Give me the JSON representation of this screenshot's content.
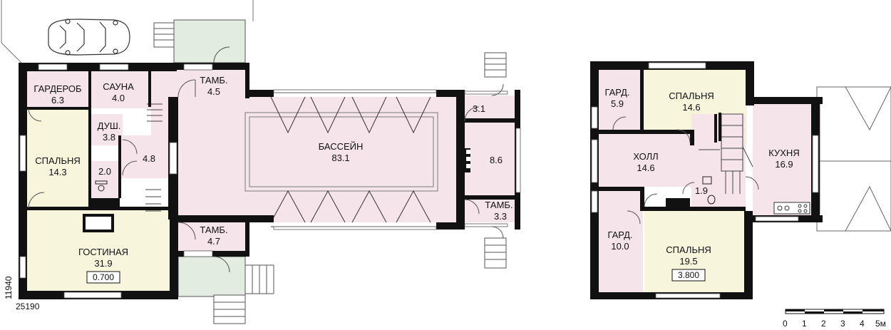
{
  "plan1": {
    "rooms": {
      "wardrobe": {
        "name": "ГАРДЕРОБ",
        "area": "6.3"
      },
      "sauna": {
        "name": "САУНА",
        "area": "4.0"
      },
      "vest_top": {
        "name": "ТАМБ.",
        "area": "4.5"
      },
      "shower": {
        "name": "ДУШ.",
        "area": "3.8"
      },
      "bedroom": {
        "name": "СПАЛЬНЯ",
        "area": "14.3"
      },
      "small_a": {
        "area": "4.8"
      },
      "wc": {
        "area": "2.0"
      },
      "living": {
        "name": "ГОСТИНАЯ",
        "area": "31.9"
      },
      "vest_bottom": {
        "name": "ТАМБ.",
        "area": "4.7"
      },
      "pool": {
        "name": "БАССЕЙН",
        "area": "83.1"
      },
      "room_86": {
        "area": "8.6"
      },
      "room_31": {
        "area": "3.1"
      },
      "vest_right": {
        "name": "ТАМБ.",
        "area": "3.3"
      }
    },
    "level": "0.700",
    "dim_width": "25190",
    "dim_height": "11940"
  },
  "plan2": {
    "rooms": {
      "gard1": {
        "name": "ГАРД.",
        "area": "5.9"
      },
      "bed1": {
        "name": "СПАЛЬНЯ",
        "area": "14.6"
      },
      "hall": {
        "name": "ХОЛЛ",
        "area": "14.6"
      },
      "kitchen": {
        "name": "КУХНЯ",
        "area": "16.9"
      },
      "wc": {
        "area": "1.9"
      },
      "gard2": {
        "name": "ГАРД.",
        "area": "10.0"
      },
      "bed2": {
        "name": "СПАЛЬНЯ",
        "area": "19.5"
      }
    },
    "level": "3.800"
  },
  "scale": {
    "ticks": [
      "0",
      "1",
      "2",
      "3",
      "4",
      "5м"
    ]
  },
  "colors": {
    "pink": "#f5e4ea",
    "yellow": "#f7f5dc",
    "green": "#e3ece0",
    "wall": "#111111"
  }
}
